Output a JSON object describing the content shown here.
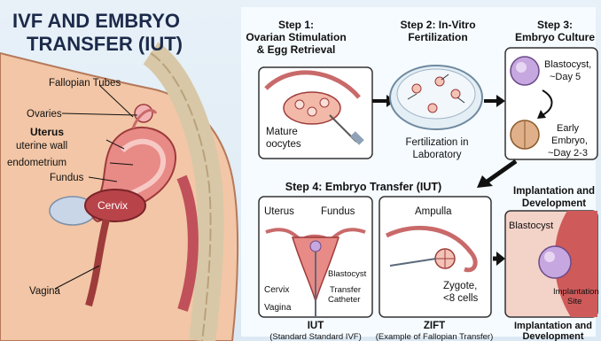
{
  "title_line1": "IVF AND EMBRYO",
  "title_line2": "TRANSFER (IUT)",
  "anatomy": {
    "fallopian_tubes": "Fallopian Tubes",
    "ovaries": "Ovaries",
    "uterus": "Uterus",
    "uterine_wall": "uterine wall",
    "endometrium": "endometrium",
    "fundus": "Fundus",
    "cervix": "Cervix",
    "vagina": "Vagina"
  },
  "step1": {
    "title_l1": "Step 1:",
    "title_l2": "Ovarian Stimulation",
    "title_l3": "& Egg Retrieval",
    "label_l1": "Mature",
    "label_l2": "oocytes"
  },
  "step2": {
    "title_l1": "Step 2: In-Vitro",
    "title_l2": "Fertilization",
    "caption_l1": "Fertilization in",
    "caption_l2": "Laboratory"
  },
  "step3": {
    "title_l1": "Step 3:",
    "title_l2": "Embryo Culture",
    "blast_l1": "Blastocyst,",
    "blast_l2": "~Day 5",
    "early_l1": "Early",
    "early_l2": "Embryo,",
    "early_l3": "~Day 2-3"
  },
  "step4": {
    "title": "Step 4: Embryo Transfer (IUT)",
    "iut_uterus": "Uterus",
    "iut_fundus": "Fundus",
    "iut_blastocyst": "Blastocyst",
    "iut_cervix": "Cervix",
    "iut_transfer_l1": "Transfer",
    "iut_transfer_l2": "Catheter",
    "iut_vagina": "Vagina",
    "iut_caption": "IUT",
    "iut_sub": "(Standard Standard IVF)",
    "zift_ampulla": "Ampulla",
    "zift_zygote_l1": "Zygote,",
    "zift_zygote_l2": "<8 cells",
    "zift_caption": "ZIFT",
    "zift_sub": "(Example of Fallopian Transfer)"
  },
  "implant": {
    "title_l1": "Implantation and",
    "title_l2": "Development",
    "blastocyst": "Blastocyst",
    "site_l1": "Implantation",
    "site_l2": "Site",
    "caption_l1": "Implantation and",
    "caption_l2": "Development"
  }
}
